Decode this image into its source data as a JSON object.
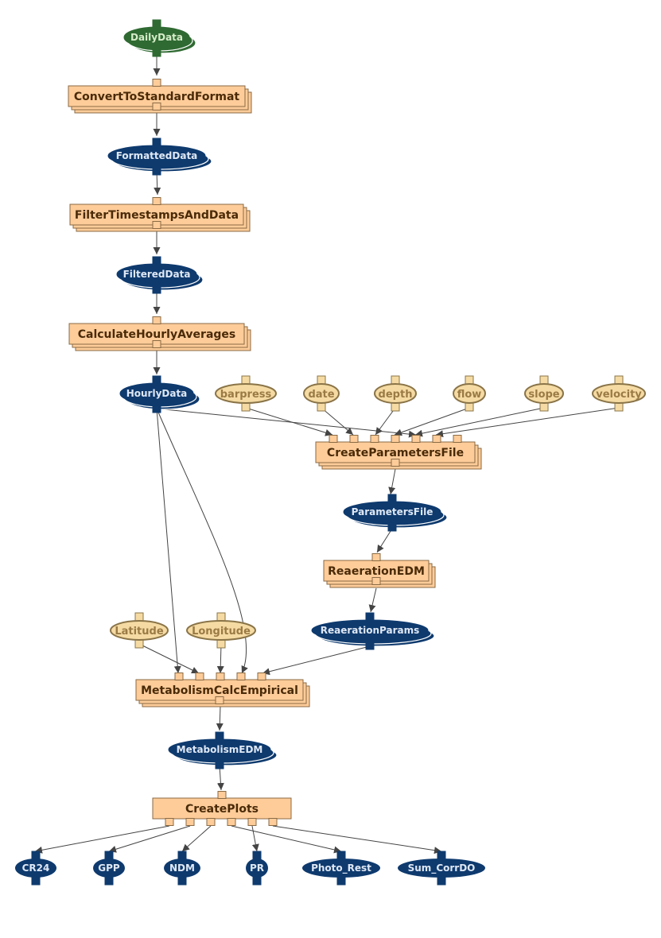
{
  "diagram": {
    "type": "workflow",
    "colors": {
      "process_fill": "#fdcc99",
      "process_stroke": "#8a6a44",
      "process_text": "#4a2a08",
      "data_fill": "#0e3a6e",
      "data_text": "#dfe8f5",
      "source_fill": "#2f6a32",
      "param_fill": "#f5dba3",
      "param_stroke": "#8a7448",
      "param_text": "#9a7a45",
      "edge": "#444444"
    },
    "nodes": [
      {
        "id": "DailyData",
        "label": "DailyData",
        "kind": "source"
      },
      {
        "id": "ConvertToStandardFormat",
        "label": "ConvertToStandardFormat",
        "kind": "process"
      },
      {
        "id": "FormattedData",
        "label": "FormattedData",
        "kind": "data"
      },
      {
        "id": "FilterTimestampsAndData",
        "label": "FilterTimestampsAndData",
        "kind": "process"
      },
      {
        "id": "FilteredData",
        "label": "FilteredData",
        "kind": "data"
      },
      {
        "id": "CalculateHourlyAverages",
        "label": "CalculateHourlyAverages",
        "kind": "process"
      },
      {
        "id": "HourlyData",
        "label": "HourlyData",
        "kind": "data"
      },
      {
        "id": "barpress",
        "label": "barpress",
        "kind": "param"
      },
      {
        "id": "date",
        "label": "date",
        "kind": "param"
      },
      {
        "id": "depth",
        "label": "depth",
        "kind": "param"
      },
      {
        "id": "flow",
        "label": "flow",
        "kind": "param"
      },
      {
        "id": "slope",
        "label": "slope",
        "kind": "param"
      },
      {
        "id": "velocity",
        "label": "velocity",
        "kind": "param"
      },
      {
        "id": "CreateParametersFile",
        "label": "CreateParametersFile",
        "kind": "process"
      },
      {
        "id": "ParametersFile",
        "label": "ParametersFile",
        "kind": "data"
      },
      {
        "id": "ReaerationEDM",
        "label": "ReaerationEDM",
        "kind": "process"
      },
      {
        "id": "ReaerationParams",
        "label": "ReaerationParams",
        "kind": "data"
      },
      {
        "id": "Latitude",
        "label": "Latitude",
        "kind": "param"
      },
      {
        "id": "Longitude",
        "label": "Longitude",
        "kind": "param"
      },
      {
        "id": "MetabolismCalcEmpirical",
        "label": "MetabolismCalcEmpirical",
        "kind": "process"
      },
      {
        "id": "MetabolismEDM",
        "label": "MetabolismEDM",
        "kind": "data"
      },
      {
        "id": "CreatePlots",
        "label": "CreatePlots",
        "kind": "process-single"
      },
      {
        "id": "CR24",
        "label": "CR24",
        "kind": "output"
      },
      {
        "id": "GPP",
        "label": "GPP",
        "kind": "output"
      },
      {
        "id": "NDM",
        "label": "NDM",
        "kind": "output"
      },
      {
        "id": "PR",
        "label": "PR",
        "kind": "output"
      },
      {
        "id": "Photo_Rest",
        "label": "Photo_Rest",
        "kind": "output"
      },
      {
        "id": "Sum_CorrDO",
        "label": "Sum_CorrDO",
        "kind": "output"
      }
    ],
    "edges": [
      [
        "DailyData",
        "ConvertToStandardFormat"
      ],
      [
        "ConvertToStandardFormat",
        "FormattedData"
      ],
      [
        "FormattedData",
        "FilterTimestampsAndData"
      ],
      [
        "FilterTimestampsAndData",
        "FilteredData"
      ],
      [
        "FilteredData",
        "CalculateHourlyAverages"
      ],
      [
        "CalculateHourlyAverages",
        "HourlyData"
      ],
      [
        "barpress",
        "CreateParametersFile"
      ],
      [
        "date",
        "CreateParametersFile"
      ],
      [
        "depth",
        "CreateParametersFile"
      ],
      [
        "HourlyData",
        "CreateParametersFile"
      ],
      [
        "flow",
        "CreateParametersFile"
      ],
      [
        "slope",
        "CreateParametersFile"
      ],
      [
        "velocity",
        "CreateParametersFile"
      ],
      [
        "CreateParametersFile",
        "ParametersFile"
      ],
      [
        "ParametersFile",
        "ReaerationEDM"
      ],
      [
        "ReaerationEDM",
        "ReaerationParams"
      ],
      [
        "HourlyData",
        "MetabolismCalcEmpirical"
      ],
      [
        "Latitude",
        "MetabolismCalcEmpirical"
      ],
      [
        "Longitude",
        "MetabolismCalcEmpirical"
      ],
      [
        "HourlyData",
        "MetabolismCalcEmpirical"
      ],
      [
        "ReaerationParams",
        "MetabolismCalcEmpirical"
      ],
      [
        "MetabolismCalcEmpirical",
        "MetabolismEDM"
      ],
      [
        "MetabolismEDM",
        "CreatePlots"
      ],
      [
        "CreatePlots",
        "CR24"
      ],
      [
        "CreatePlots",
        "GPP"
      ],
      [
        "CreatePlots",
        "NDM"
      ],
      [
        "CreatePlots",
        "PR"
      ],
      [
        "CreatePlots",
        "Photo_Rest"
      ],
      [
        "CreatePlots",
        "Sum_CorrDO"
      ]
    ]
  }
}
